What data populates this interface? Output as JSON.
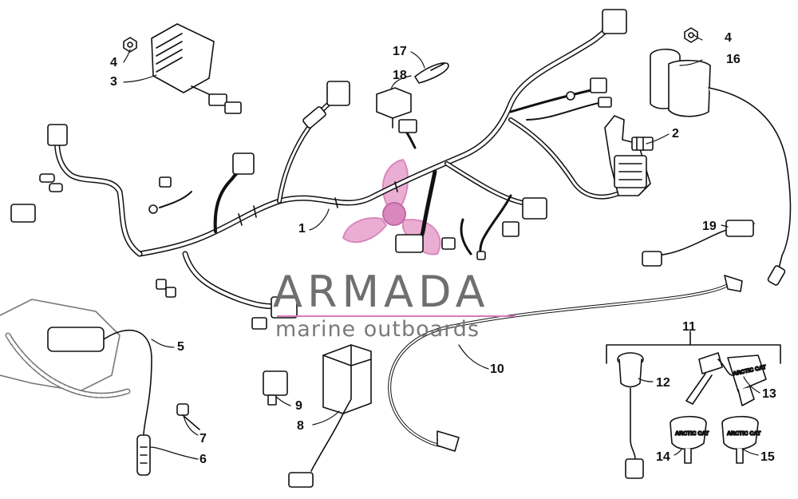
{
  "brand": {
    "name": "ARMADA",
    "tagline": "marine outboards",
    "accent_color": "#d67bb8"
  },
  "callouts": [
    {
      "id": "p1",
      "label": "1"
    },
    {
      "id": "p2",
      "label": "2"
    },
    {
      "id": "p3",
      "label": "3"
    },
    {
      "id": "p4a",
      "label": "4"
    },
    {
      "id": "p4b",
      "label": "4"
    },
    {
      "id": "p5",
      "label": "5"
    },
    {
      "id": "p6",
      "label": "6"
    },
    {
      "id": "p7",
      "label": "7"
    },
    {
      "id": "p8",
      "label": "8"
    },
    {
      "id": "p9",
      "label": "9"
    },
    {
      "id": "p10",
      "label": "10"
    },
    {
      "id": "p11",
      "label": "11"
    },
    {
      "id": "p12",
      "label": "12"
    },
    {
      "id": "p13",
      "label": "13"
    },
    {
      "id": "p14",
      "label": "14"
    },
    {
      "id": "p15",
      "label": "15"
    },
    {
      "id": "p16",
      "label": "16"
    },
    {
      "id": "p17",
      "label": "17"
    },
    {
      "id": "p18",
      "label": "18"
    },
    {
      "id": "p19",
      "label": "19"
    }
  ],
  "key_stamps": {
    "ignition_key": "ARCTIC CAT",
    "key_14": "ARCTIC CAT",
    "key_15": "ARCTIC CAT"
  },
  "colors": {
    "line": "#111111",
    "logo_text": "#6f6f6f"
  }
}
